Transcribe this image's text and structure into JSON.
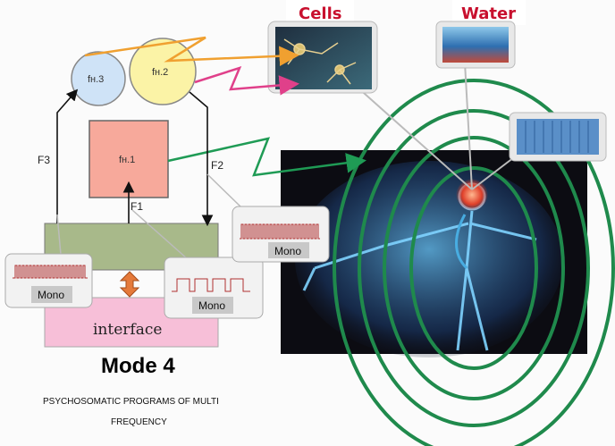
{
  "labels": {
    "cells": "Cells",
    "water": "Water",
    "fh3": "fн.3",
    "fh2": "fн.2",
    "fh1": "fн.1",
    "f3": "F3",
    "f2": "F2",
    "f1": "F1",
    "mono_left": "Mono",
    "mono_mid": "Mono",
    "mono_right": "Mono",
    "interface": "interface",
    "mode": "Mode 4",
    "caption_line1": "PSYCHOSOMATIC PROGRAMS OF MULTI",
    "caption_line2": "FREQUENCY"
  },
  "colors": {
    "title_red": "#c8102e",
    "circle_fill": "#cfe3f7",
    "circle2_fill": "#fbf3a6",
    "box_fill": "#f7a99b",
    "green_block": "#a8b98a",
    "interface_fill": "#f7bfd8",
    "ring_green": "#1f8a4c",
    "orange": "#f0a030",
    "magenta": "#e0408a"
  }
}
